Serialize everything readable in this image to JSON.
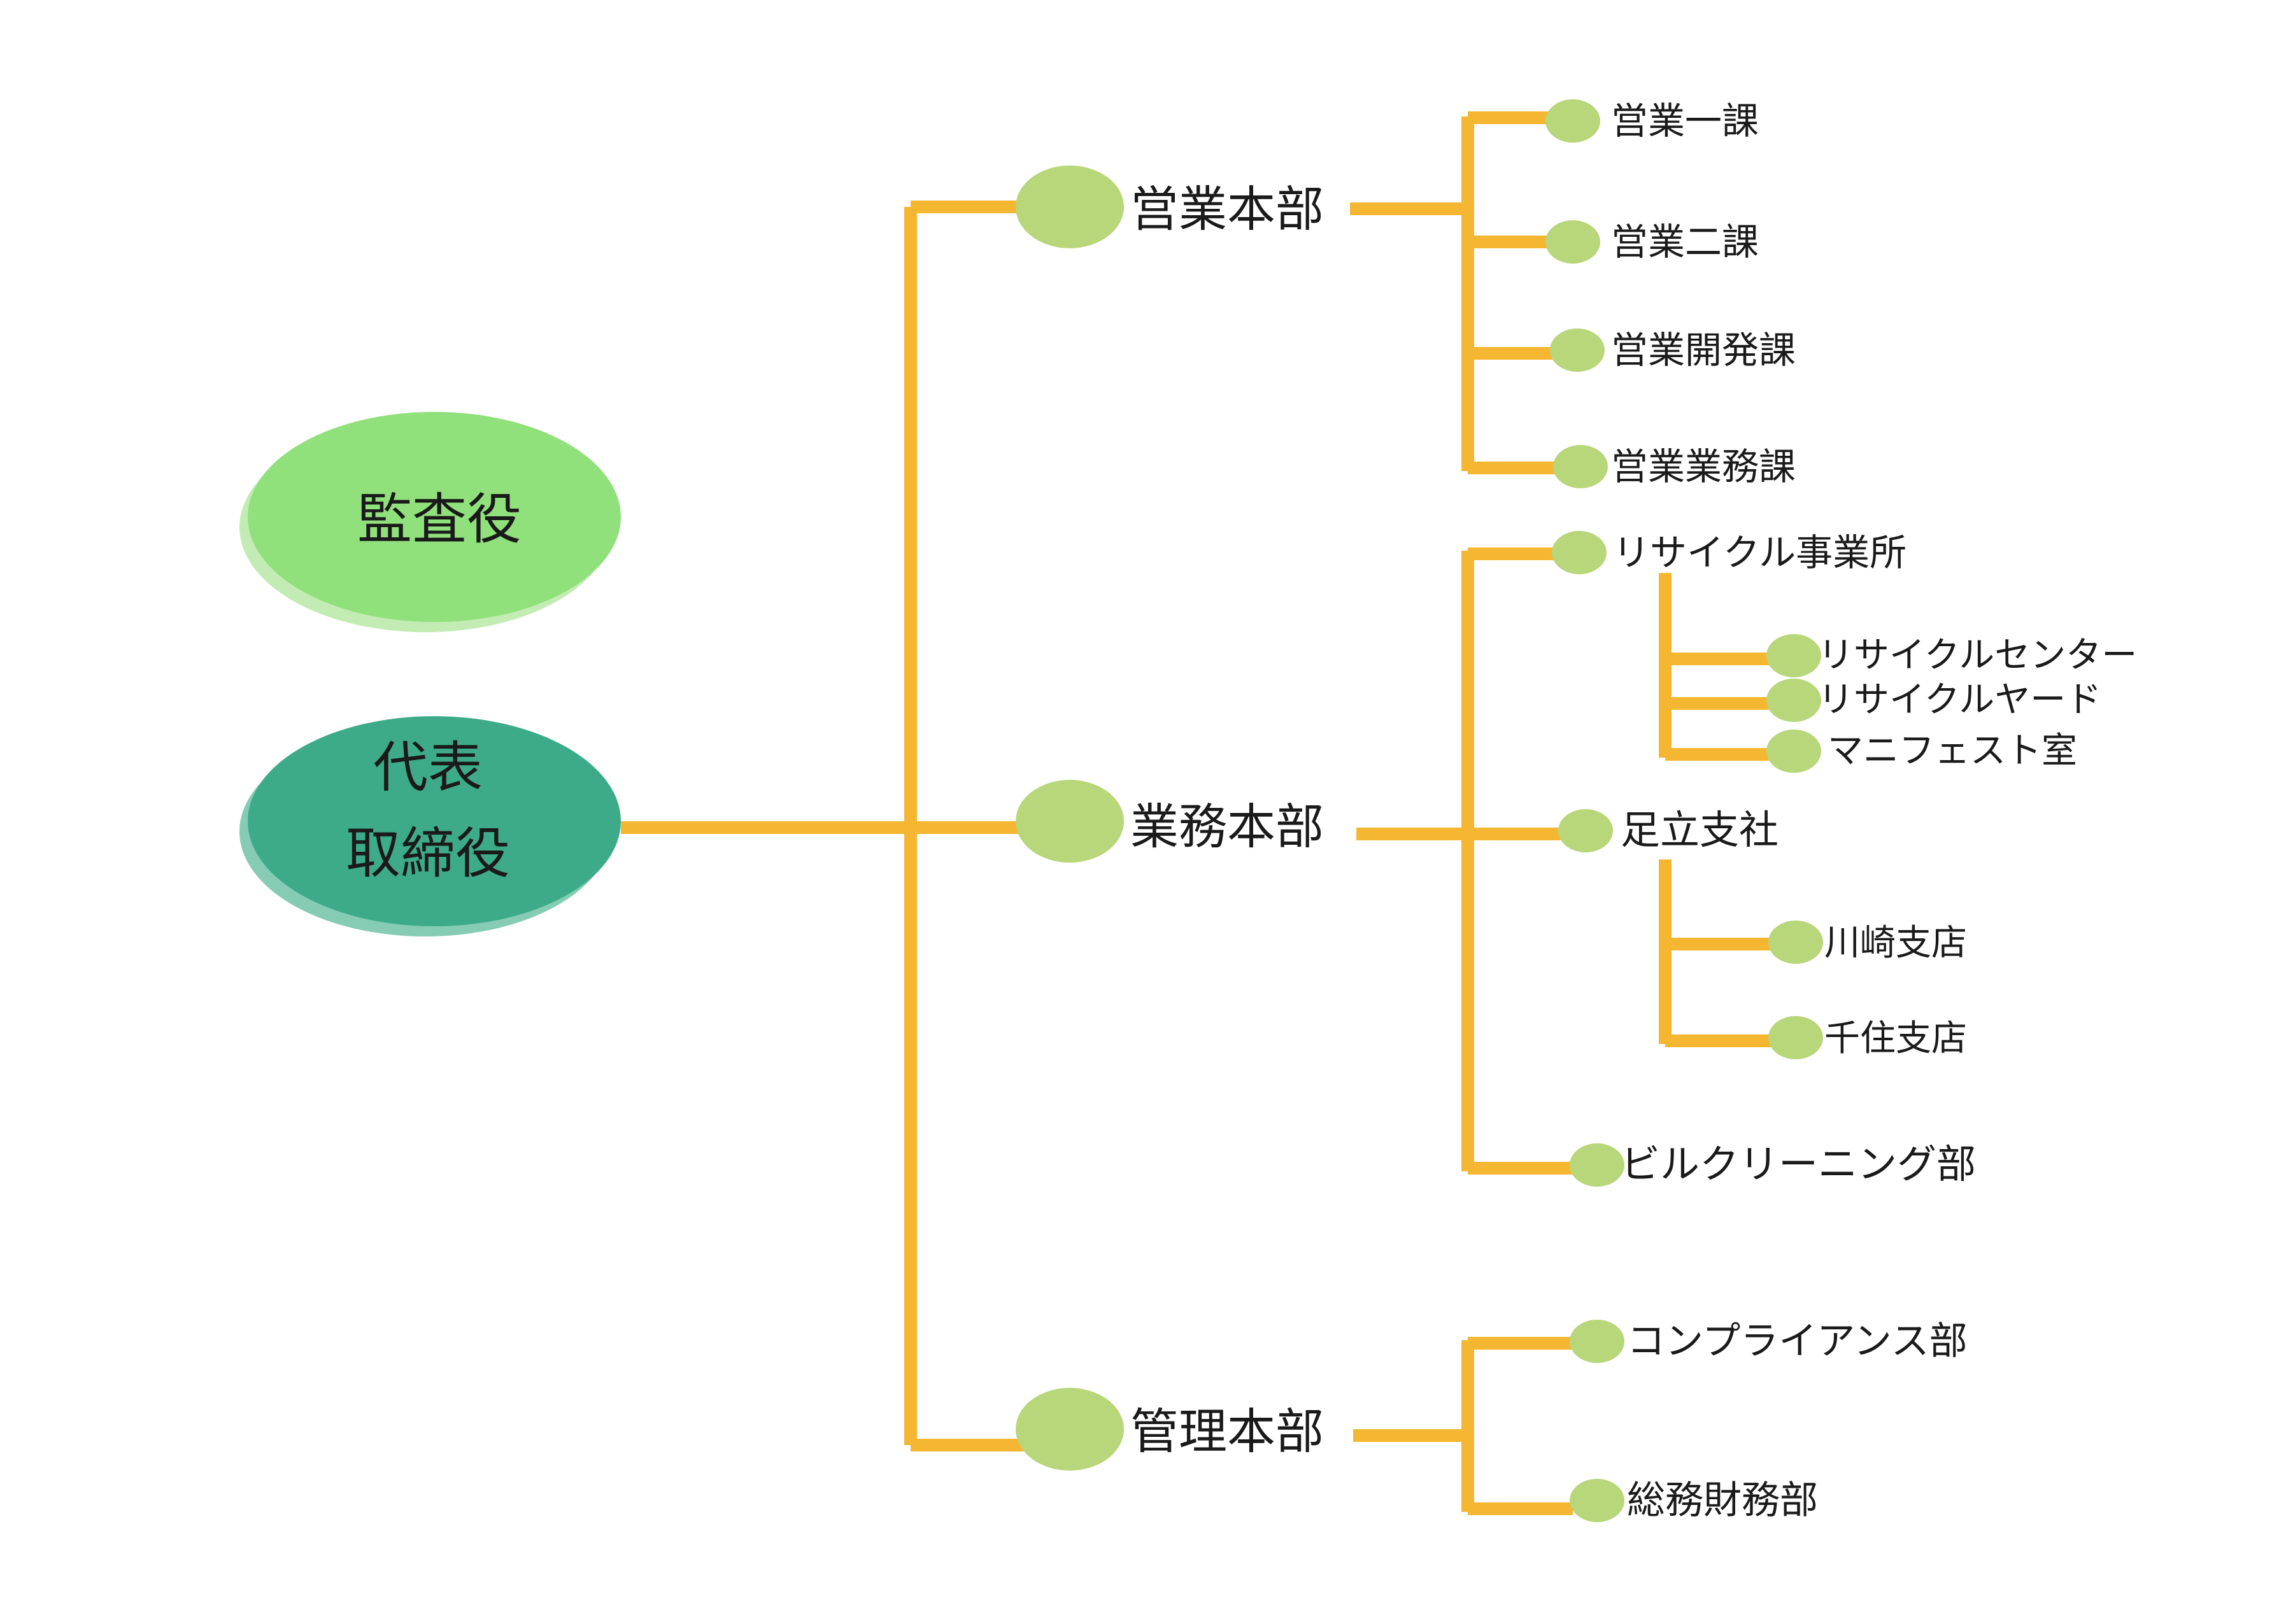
{
  "colors": {
    "connector": "#f5b731",
    "node_dot": "#b8d67a",
    "auditor_fill": "#90e07c",
    "auditor_shadow": "#c2ecb4",
    "ceo_fill": "#3dab8a",
    "ceo_shadow": "#86ccb4",
    "text": "#1a1a1a"
  },
  "auditor": {
    "label": "監査役"
  },
  "ceo": {
    "line1": "代表",
    "line2": "取締役"
  },
  "divisions": {
    "sales": {
      "label": "営業本部",
      "units": [
        "営業一課",
        "営業二課",
        "営業開発課",
        "営業業務課"
      ]
    },
    "operations": {
      "label": "業務本部",
      "recycle": {
        "label": "リサイクル事業所",
        "children": [
          "リサイクルセンター",
          "リサイクルヤード",
          "マニフェスト室"
        ]
      },
      "adachi": {
        "label": "足立支社",
        "children": [
          "川崎支店",
          "千住支店"
        ]
      },
      "cleaning": {
        "label": "ビルクリーニング部"
      }
    },
    "admin": {
      "label": "管理本部",
      "units": [
        "コンプライアンス部",
        "総務財務部"
      ]
    }
  }
}
